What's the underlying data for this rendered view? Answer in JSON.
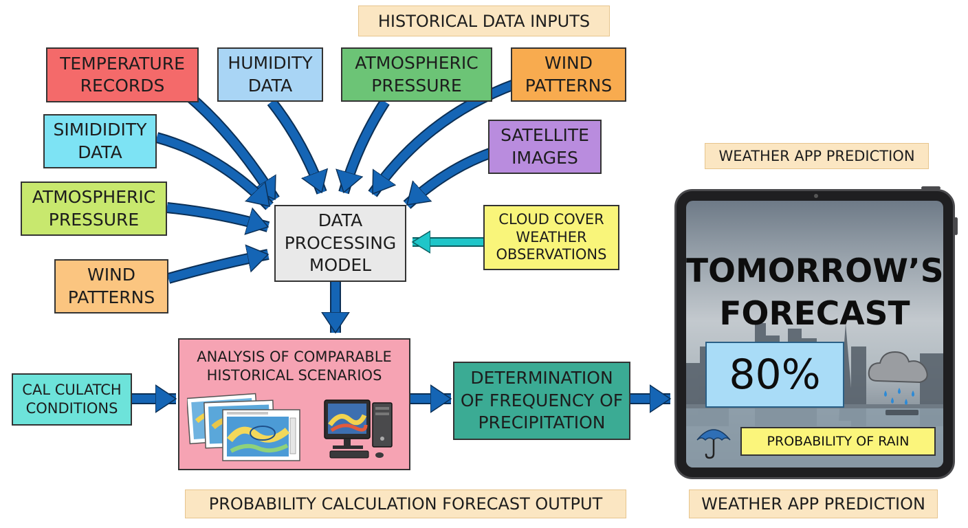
{
  "titles": {
    "historical_inputs": "HISTORICAL DATA INPUTS",
    "weather_app_top": "WEATHER APP PREDICTION",
    "probability_output": "PROBABILITY CALCULATION FORECAST OUTPUT",
    "weather_app_bottom": "WEATHER APP PREDICTION"
  },
  "inputs": {
    "temperature": [
      "TEMPERATURE",
      "RECORDS"
    ],
    "humidity": [
      "HUMIDITY",
      "DATA"
    ],
    "pressure_top": [
      "ATMOSPHERIC",
      "PRESSURE"
    ],
    "wind_top": [
      "WIND",
      "PATTERNS"
    ],
    "simididity": [
      "SIMIDIDITY",
      "DATA"
    ],
    "satellite": [
      "SATELLITE",
      "IMAGES"
    ],
    "pressure_left": [
      "ATMOSPHERIC",
      "PRESSURE"
    ],
    "wind_left": [
      "WIND",
      "PATTERNS"
    ],
    "cloud": [
      "CLOUD COVER",
      "WEATHER",
      "OBSERVATIONS"
    ]
  },
  "process": {
    "model": [
      "DATA",
      "PROCESSING",
      "MODEL"
    ],
    "calculate": [
      "CAL CULATCH",
      "CONDITIONS"
    ],
    "analysis": [
      "ANALYSIS OF COMPARABLE",
      "HISTORICAL SCENARIOS"
    ],
    "frequency": [
      "DETERMINATION",
      "OF FREQUENCY OF",
      "PRECIPITATION"
    ]
  },
  "app": {
    "heading": [
      "TOMORROW’S",
      "FORECAST"
    ],
    "percent": "80%",
    "probability_label": "PROBABILITY OF RAIN"
  },
  "colors": {
    "arrow_blue": "#1565b5",
    "arrow_teal": "#1fc6c9",
    "temperature": "#f46a6a",
    "humidity": "#a9d5f5",
    "pressure_top": "#6cc476",
    "wind_top": "#f8ab4f",
    "simididity": "#7de3f4",
    "satellite": "#b98cde",
    "pressure_left": "#c8e86e",
    "wind_left": "#fbc580",
    "cloud": "#f9f57a",
    "model": "#e9e9e9",
    "calculate": "#6de3da",
    "analysis": "#f6a3b3",
    "frequency": "#3bab94",
    "title_tag": "#fbe6c2"
  },
  "icons": {
    "weather_maps": "weather-map-stack-icon",
    "computer": "desktop-computer-icon",
    "rain_cloud": "rain-cloud-icon",
    "umbrella": "umbrella-icon"
  }
}
